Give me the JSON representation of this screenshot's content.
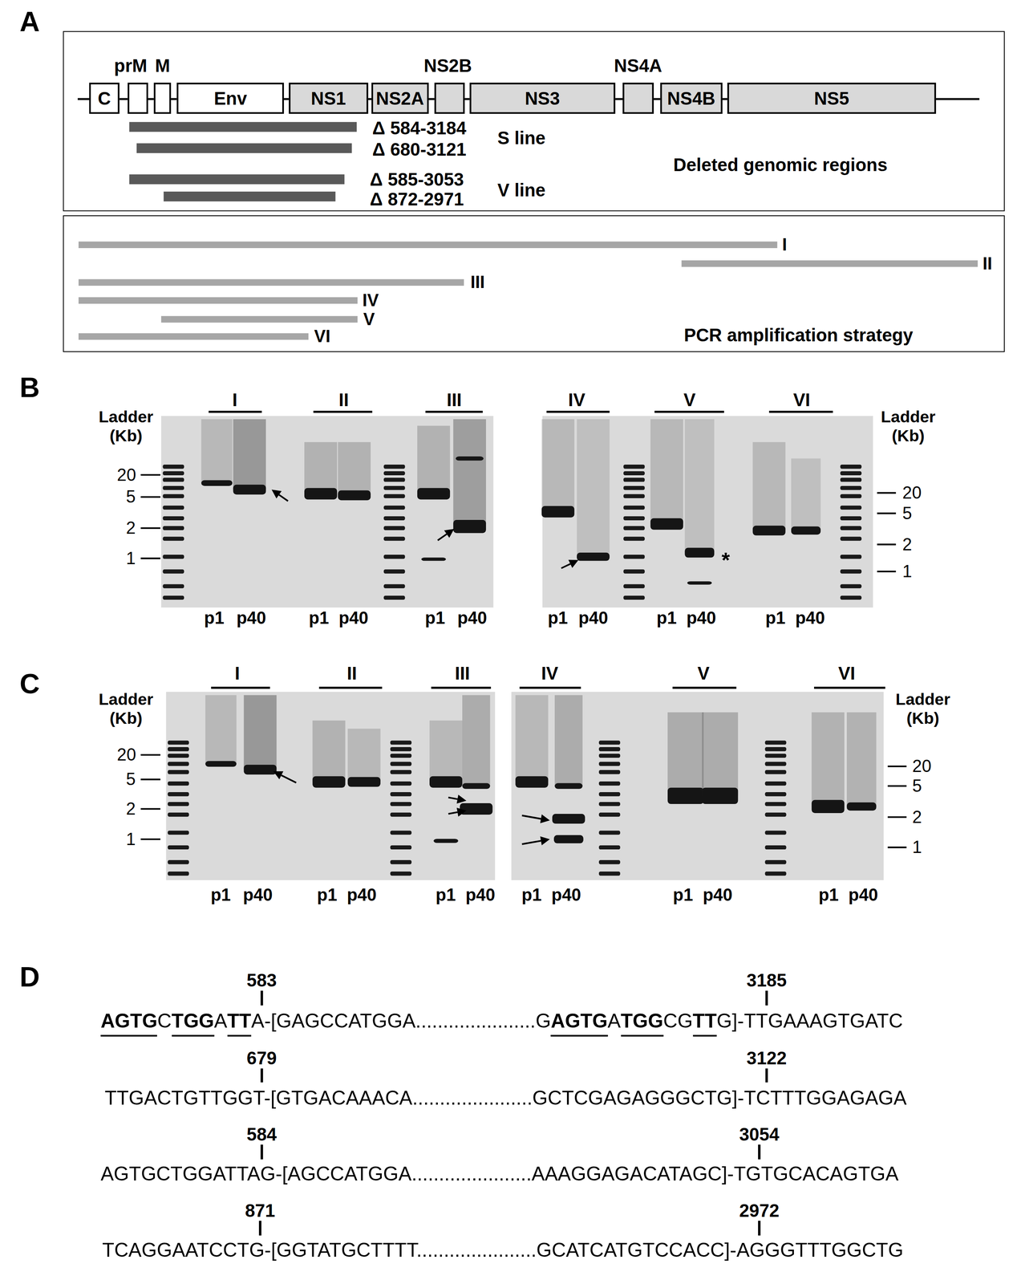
{
  "diagram": {
    "nodes": [
      {
        "text": [
          "Deleted genomic regions"
        ]
      },
      {
        "text": [
          "C"
        ],
        "in": 0
      },
      {
        "text": [
          "prM"
        ],
        "in": 0
      },
      {
        "text": [
          "M"
        ],
        "in": 0
      },
      {
        "text": [
          "Env"
        ],
        "in": 0
      },
      {
        "text": [
          "NS1"
        ],
        "in": 0
      },
      {
        "text": [
          "NS2A"
        ],
        "in": 0
      },
      {
        "text": [
          "NS2B"
        ],
        "in": 0
      },
      {
        "text": [
          "NS3"
        ],
        "in": 0
      },
      {
        "text": [
          "NS4A"
        ],
        "in": 0
      },
      {
        "text": [
          "NS4B"
        ],
        "in": 0
      },
      {
        "text": [
          "NS5"
        ],
        "in": 0
      },
      {
        "text": [
          "PCR amplification strategy"
        ]
      }
    ],
    "labels": [
      "A",
      "Δ 584-3184",
      "Δ 680-3121",
      "S line",
      "Δ 585-3053",
      "Δ 872-2971",
      "V line",
      "I",
      "II",
      "III",
      "IV",
      "V",
      "VI",
      "B",
      "I",
      "II",
      "III",
      "IV",
      "V",
      "VI",
      "Ladder (Kb)",
      "20",
      "5",
      "2",
      "1",
      "Ladder (Kb)",
      "20",
      "5",
      "2",
      "1",
      "p1",
      "p40",
      "p1",
      "p40",
      "p1",
      "p40",
      "p1",
      "p40",
      "p1",
      "p40",
      "p1",
      "p40",
      "*",
      "C",
      "I",
      "II",
      "III",
      "IV",
      "V",
      "VI",
      "Ladder (Kb)",
      "20",
      "5",
      "2",
      "1",
      "Ladder (Kb)",
      "20",
      "5",
      "2",
      "1",
      "p1",
      "p40",
      "p1",
      "p40",
      "p1",
      "p40",
      "p1",
      "p40",
      "p1",
      "p40",
      "p1",
      "p40",
      "D",
      "583",
      "3185",
      "AGTG",
      "C",
      "TGG",
      "A",
      "TT",
      "A-[GAGCCATGGA",
      "......................",
      "G",
      "AGTG",
      "A",
      "TGG",
      "CG",
      "TT",
      "G]-TTGAAAGTGATC",
      "679",
      "3122",
      "TTGACTGTTGGT-[GTGACAAACA",
      "......................",
      "GCTCGAGAGGGCTG]-TCTTTGGAGAGA",
      "584",
      "3054",
      "AGTGCTGGATTAG-[AGCCATGGA",
      "......................",
      "AAAGGAGACATAGC]-TGTGCACAGTGA",
      "871",
      "2972",
      "TCAGGAATCCTG-[GGTATGCTTTT",
      "......................",
      "GCATCATGTCCACC]-AGGGTTTGGCTG"
    ]
  }
}
